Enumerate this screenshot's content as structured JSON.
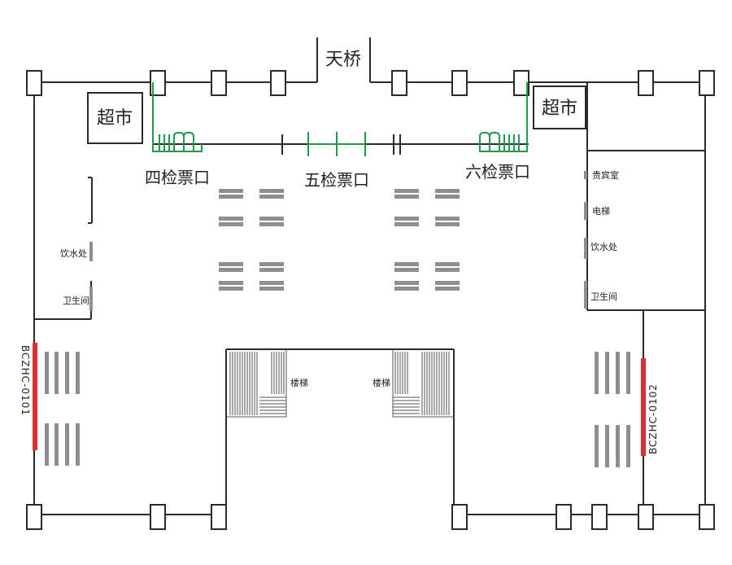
{
  "labels": {
    "overpass": "天桥",
    "supermarket_left": "超市",
    "supermarket_right": "超市",
    "gate4": "四检票口",
    "gate5": "五检票口",
    "gate6": "六检票口",
    "water_left": "饮水处",
    "toilet_left": "卫生间",
    "vip_room": "贵宾室",
    "elevator": "电梯",
    "water_right": "饮水处",
    "toilet_right": "卫生间",
    "stairs_left": "楼梯",
    "stairs_right": "楼梯",
    "code_left": "BCZHC-0101",
    "code_right": "BCZHC-0102"
  },
  "colors": {
    "wall": "#2a2a2a",
    "gate": "#1f9a4a",
    "camera": "#d93030",
    "seat": "#9a9a9a"
  }
}
